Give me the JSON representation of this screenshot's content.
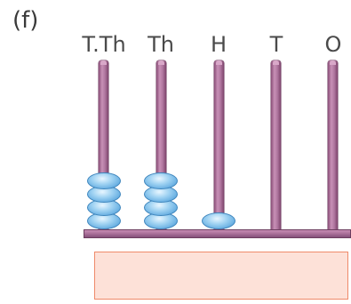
{
  "part_label": "(f)",
  "columns": [
    {
      "label": "T.Th",
      "beads": 4
    },
    {
      "label": "Th",
      "beads": 4
    },
    {
      "label": "H",
      "beads": 1
    },
    {
      "label": "T",
      "beads": 0
    },
    {
      "label": "O",
      "beads": 0
    }
  ],
  "colors": {
    "rod": "#b077a0",
    "bead": "#7cc0ec",
    "answer_box_fill": "#fde1d8",
    "answer_box_border": "#ef8a6a"
  },
  "answer": ""
}
